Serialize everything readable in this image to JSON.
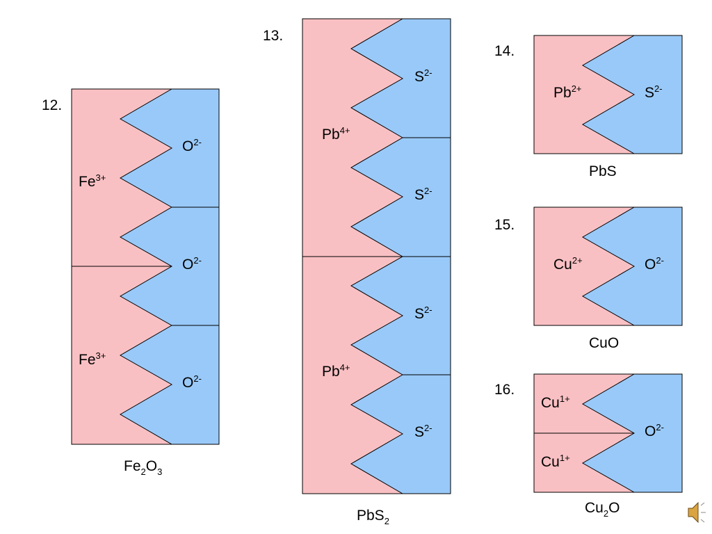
{
  "colors": {
    "cation": "#f9c0c3",
    "anion": "#99c9f8",
    "stroke": "#000000"
  },
  "problems": {
    "p12": {
      "number": "12.",
      "formula": {
        "parts": [
          "Fe",
          "2",
          "O",
          "3"
        ]
      },
      "cations": [
        {
          "symbol": "Fe",
          "charge": "3+"
        },
        {
          "symbol": "Fe",
          "charge": "3+"
        }
      ],
      "anions": [
        {
          "symbol": "O",
          "charge": "2-"
        },
        {
          "symbol": "O",
          "charge": "2-"
        },
        {
          "symbol": "O",
          "charge": "2-"
        }
      ]
    },
    "p13": {
      "number": "13.",
      "formula": {
        "parts": [
          "PbS",
          "2"
        ]
      },
      "cations": [
        {
          "symbol": "Pb",
          "charge": "4+"
        },
        {
          "symbol": "Pb",
          "charge": "4+"
        }
      ],
      "anions": [
        {
          "symbol": "S",
          "charge": "2-"
        },
        {
          "symbol": "S",
          "charge": "2-"
        },
        {
          "symbol": "S",
          "charge": "2-"
        },
        {
          "symbol": "S",
          "charge": "2-"
        }
      ]
    },
    "p14": {
      "number": "14.",
      "formula": {
        "text": "PbS"
      },
      "cations": [
        {
          "symbol": "Pb",
          "charge": "2+"
        }
      ],
      "anions": [
        {
          "symbol": "S",
          "charge": "2-"
        }
      ]
    },
    "p15": {
      "number": "15.",
      "formula": {
        "text": "CuO"
      },
      "cations": [
        {
          "symbol": "Cu",
          "charge": "2+"
        }
      ],
      "anions": [
        {
          "symbol": "O",
          "charge": "2-"
        }
      ]
    },
    "p16": {
      "number": "16.",
      "formula": {
        "parts": [
          "Cu",
          "2",
          "O"
        ]
      },
      "cations": [
        {
          "symbol": "Cu",
          "charge": "1+"
        },
        {
          "symbol": "Cu",
          "charge": "1+"
        }
      ],
      "anions": [
        {
          "symbol": "O",
          "charge": "2-"
        }
      ]
    }
  },
  "icons": {
    "audio": "speaker-icon"
  }
}
